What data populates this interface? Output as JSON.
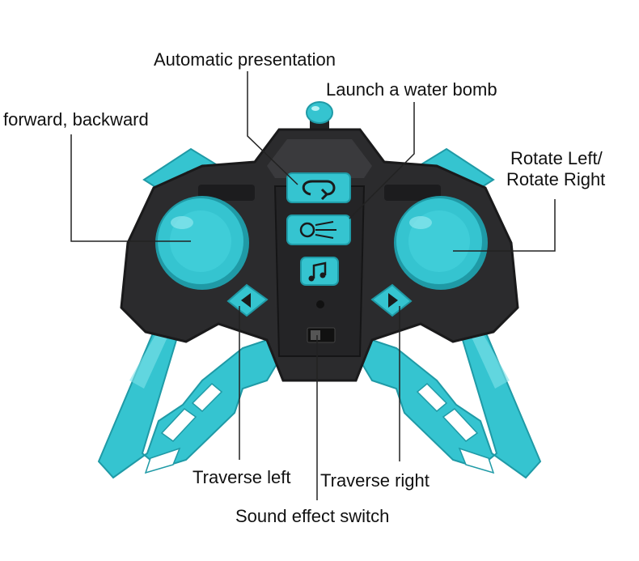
{
  "colors": {
    "body": "#2b2b2d",
    "body_edge": "#1a1a1b",
    "accent": "#35c4d0",
    "accent_dark": "#1f9aa6",
    "accent_light": "#7fe3ea",
    "leader": "#222222"
  },
  "labels": {
    "automatic_presentation": "Automatic presentation",
    "launch_water_bomb": "Launch a water bomb",
    "forward_backward": "forward, backward",
    "rotate_left": "Rotate Left/",
    "rotate_right": "Rotate Right",
    "traverse_left": "Traverse left",
    "traverse_right": "Traverse right",
    "sound_effect_switch": "Sound effect switch"
  },
  "icons": {
    "auto": "return-arrow-icon",
    "launch": "ball-launch-icon",
    "sound": "music-note-icon",
    "left": "left-arrow-icon",
    "right": "right-arrow-icon"
  }
}
